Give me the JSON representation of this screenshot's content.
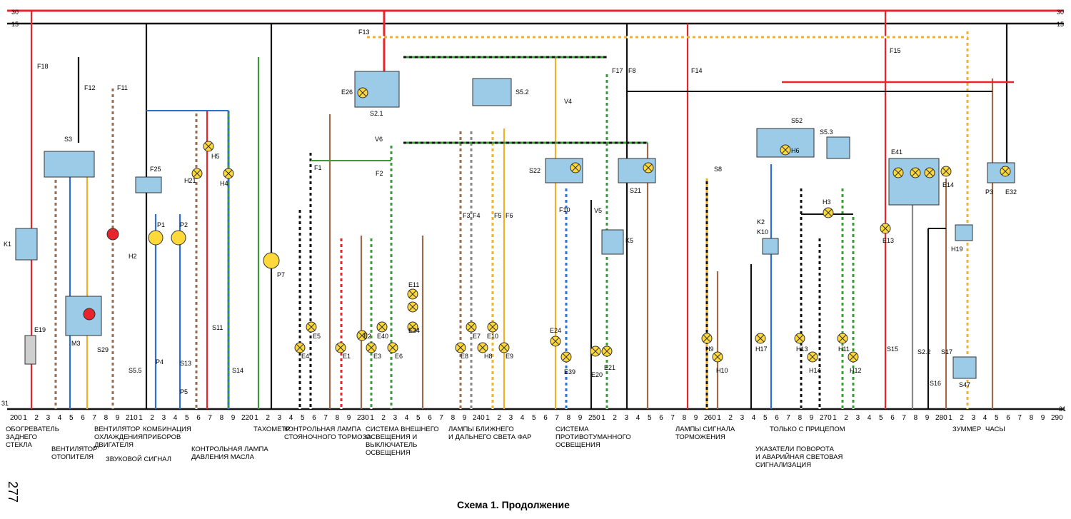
{
  "rails": {
    "top_left": "30",
    "top_right": "30",
    "mid_left": "15",
    "mid_right": "15",
    "bottom_left": "31",
    "bottom_right": "31"
  },
  "components": [
    {
      "id": "E26",
      "label": "E26"
    },
    {
      "id": "S2.1",
      "label": "S2.1"
    },
    {
      "id": "S5.2",
      "label": "S5.2"
    },
    {
      "id": "S3",
      "label": "S3"
    },
    {
      "id": "K1",
      "label": "K1"
    },
    {
      "id": "M3",
      "label": "M3"
    },
    {
      "id": "E19",
      "label": "E19"
    },
    {
      "id": "F25",
      "label": "F25"
    },
    {
      "id": "P1",
      "label": "P1"
    },
    {
      "id": "P2",
      "label": "P2"
    },
    {
      "id": "P4",
      "label": "P4"
    },
    {
      "id": "P5",
      "label": "P5"
    },
    {
      "id": "H2",
      "label": "H2"
    },
    {
      "id": "H5",
      "label": "H5"
    },
    {
      "id": "H21",
      "label": "H21"
    },
    {
      "id": "H4",
      "label": "H4"
    },
    {
      "id": "S29",
      "label": "S29"
    },
    {
      "id": "S5.5",
      "label": "S5.5"
    },
    {
      "id": "S13",
      "label": "S13"
    },
    {
      "id": "S11",
      "label": "S11"
    },
    {
      "id": "S14",
      "label": "S14"
    },
    {
      "id": "P7",
      "label": "P7"
    },
    {
      "id": "F1",
      "label": "F1"
    },
    {
      "id": "F2",
      "label": "F2"
    },
    {
      "id": "V6",
      "label": "V6"
    },
    {
      "id": "E4",
      "label": "E4"
    },
    {
      "id": "E5",
      "label": "E5"
    },
    {
      "id": "E1",
      "label": "E1"
    },
    {
      "id": "E2",
      "label": "E2"
    },
    {
      "id": "E3",
      "label": "E3"
    },
    {
      "id": "E40",
      "label": "E40"
    },
    {
      "id": "E6",
      "label": "E6"
    },
    {
      "id": "E11",
      "label": "E11"
    },
    {
      "id": "E34",
      "label": "E34"
    },
    {
      "id": "F3",
      "label": "F3"
    },
    {
      "id": "F4",
      "label": "F4"
    },
    {
      "id": "F5",
      "label": "F5"
    },
    {
      "id": "F6",
      "label": "F6"
    },
    {
      "id": "E7",
      "label": "E7"
    },
    {
      "id": "E8",
      "label": "E8"
    },
    {
      "id": "H8",
      "label": "H8"
    },
    {
      "id": "E10",
      "label": "E10"
    },
    {
      "id": "E9",
      "label": "E9"
    },
    {
      "id": "V4",
      "label": "V4"
    },
    {
      "id": "S22",
      "label": "S22"
    },
    {
      "id": "F10",
      "label": "F10"
    },
    {
      "id": "V5",
      "label": "V5"
    },
    {
      "id": "K5",
      "label": "K5"
    },
    {
      "id": "S21",
      "label": "S21"
    },
    {
      "id": "E24",
      "label": "E24"
    },
    {
      "id": "E39",
      "label": "E39"
    },
    {
      "id": "E20",
      "label": "E20"
    },
    {
      "id": "E21",
      "label": "E21"
    },
    {
      "id": "F17",
      "label": "F17"
    },
    {
      "id": "F8",
      "label": "F8"
    },
    {
      "id": "F14",
      "label": "F14"
    },
    {
      "id": "S8",
      "label": "S8"
    },
    {
      "id": "H9",
      "label": "H9"
    },
    {
      "id": "H10",
      "label": "H10"
    },
    {
      "id": "S52",
      "label": "S52"
    },
    {
      "id": "H6",
      "label": "H6"
    },
    {
      "id": "S5.3",
      "label": "S5.3"
    },
    {
      "id": "H3",
      "label": "H3"
    },
    {
      "id": "K2",
      "label": "K2"
    },
    {
      "id": "K10",
      "label": "K10"
    },
    {
      "id": "H17",
      "label": "H17"
    },
    {
      "id": "H13",
      "label": "H13"
    },
    {
      "id": "H14",
      "label": "H14"
    },
    {
      "id": "H11",
      "label": "H11"
    },
    {
      "id": "H12",
      "label": "H12"
    },
    {
      "id": "F15",
      "label": "F15"
    },
    {
      "id": "E41",
      "label": "E41"
    },
    {
      "id": "E13",
      "label": "E13"
    },
    {
      "id": "E14",
      "label": "E14"
    },
    {
      "id": "H19",
      "label": "H19"
    },
    {
      "id": "S15",
      "label": "S15"
    },
    {
      "id": "S2.2",
      "label": "S2.2"
    },
    {
      "id": "S17",
      "label": "S17"
    },
    {
      "id": "S16",
      "label": "S16"
    },
    {
      "id": "S47",
      "label": "S47"
    },
    {
      "id": "P3",
      "label": "P3"
    },
    {
      "id": "E32",
      "label": "E32"
    },
    {
      "id": "F18",
      "label": "F18"
    },
    {
      "id": "F12",
      "label": "F12"
    },
    {
      "id": "F11",
      "label": "F11"
    },
    {
      "id": "F13",
      "label": "F13"
    }
  ],
  "ticks": [
    "200",
    "210",
    "220",
    "230",
    "240",
    "250",
    "260",
    "270",
    "280",
    "290"
  ],
  "captions": [
    {
      "id": "c1",
      "lines": [
        "ОБОГРЕВАТЕЛЬ",
        "ЗАДНЕГО",
        "СТЕКЛА"
      ]
    },
    {
      "id": "c2",
      "lines": [
        "ВЕНТИЛЯТОР",
        "ОТОПИТЕЛЯ"
      ]
    },
    {
      "id": "c3",
      "lines": [
        "ВЕНТИЛЯТОР",
        "ОХЛАЖДЕНИЯ",
        "ДВИГАТЕЛЯ"
      ]
    },
    {
      "id": "c4",
      "lines": [
        "ЗВУКОВОЙ СИГНАЛ"
      ]
    },
    {
      "id": "c5",
      "lines": [
        "КОМБИНАЦИЯ",
        "ПРИБОРОВ"
      ]
    },
    {
      "id": "c6",
      "lines": [
        "КОНТРОЛЬНАЯ ЛАМПА",
        "ДАВЛЕНИЯ МАСЛА"
      ]
    },
    {
      "id": "c7",
      "lines": [
        "ТАХОМЕТР"
      ]
    },
    {
      "id": "c8",
      "lines": [
        "КОНТРОЛЬНАЯ ЛАМПА",
        "СТОЯНОЧНОГО ТОРМОЗА"
      ]
    },
    {
      "id": "c9",
      "lines": [
        "СИСТЕМА ВНЕШНЕГО",
        "ОСВЕЩЕНИЯ И",
        "ВЫКЛЮЧАТЕЛЬ",
        "ОСВЕЩЕНИЯ"
      ]
    },
    {
      "id": "c10",
      "lines": [
        "ЛАМПЫ БЛИЖНЕГО",
        "И ДАЛЬНЕГО СВЕТА ФАР"
      ]
    },
    {
      "id": "c11",
      "lines": [
        "СИСТЕМА",
        "ПРОТИВОТУМАННОГО",
        "ОСВЕЩЕНИЯ"
      ]
    },
    {
      "id": "c12",
      "lines": [
        "ЛАМПЫ СИГНАЛА",
        "ТОРМОЖЕНИЯ"
      ]
    },
    {
      "id": "c13",
      "lines": [
        "ТОЛЬКО С ПРИЦЕПОМ"
      ]
    },
    {
      "id": "c14",
      "lines": [
        "УКАЗАТЕЛИ ПОВОРОТА",
        "И АВАРИЙНАЯ СВЕТОВАЯ",
        "СИГНАЛИЗАЦИЯ"
      ]
    },
    {
      "id": "c15",
      "lines": [
        "ЗУММЕР"
      ]
    },
    {
      "id": "c16",
      "lines": [
        "ЧАСЫ"
      ]
    }
  ],
  "title": "Схема 1. Продолжение",
  "page_number": "277",
  "colors": {
    "red": "#e8242b",
    "black": "#111111",
    "brown": "#9b6b4e",
    "blue": "#2d6fd1",
    "yellow": "#f0b02a",
    "green": "#3a9a3a",
    "grey": "#888888",
    "lamp": "#ffd83a",
    "box": "#9ccbe8"
  }
}
